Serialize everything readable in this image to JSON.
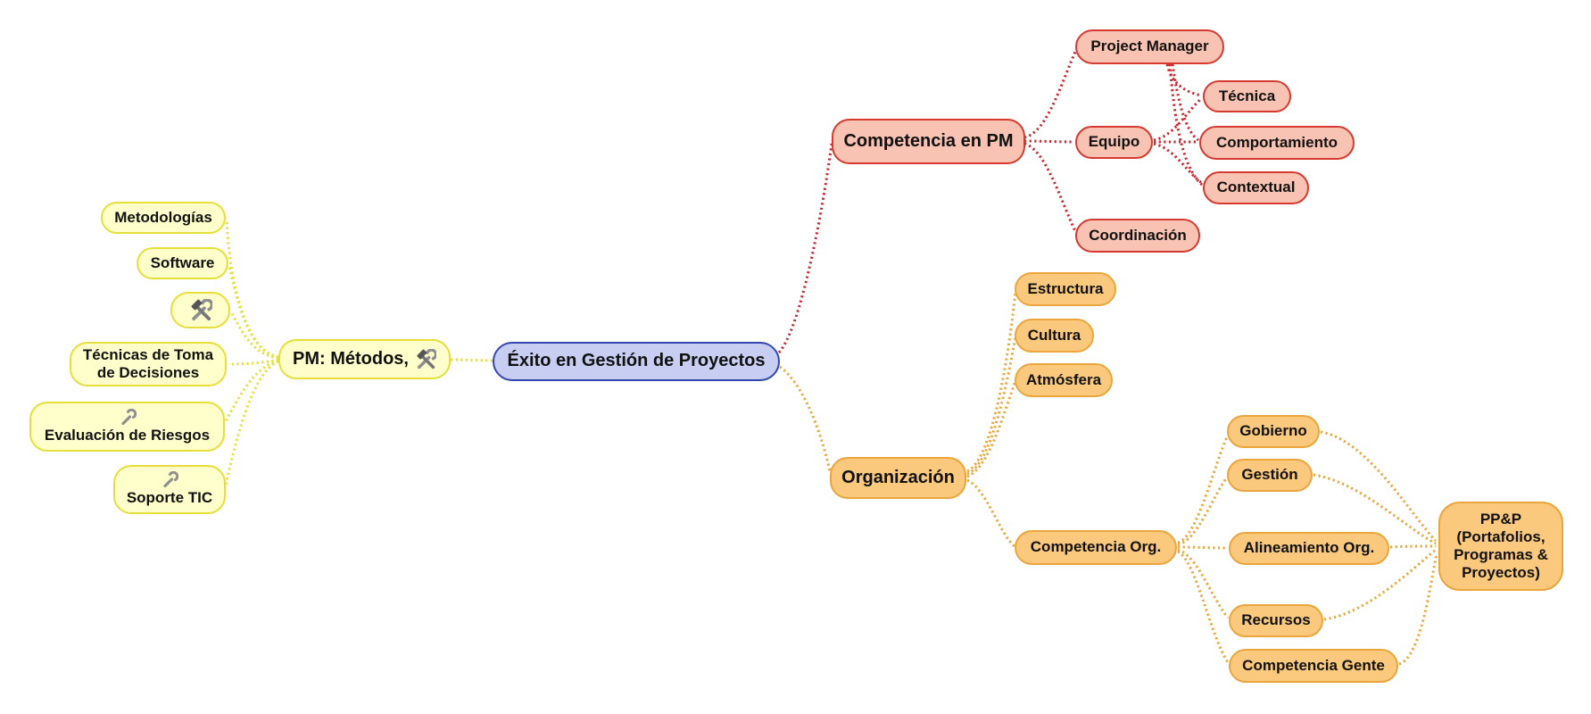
{
  "diagram": {
    "type": "mindmap",
    "language": "es"
  },
  "colors": {
    "background": "#ffffff",
    "center_fill": "#c7cef2",
    "center_border": "#3346af",
    "methods_fill": "#ffffcc",
    "methods_border": "#e7df39",
    "methods_line": "#e7df39",
    "competence_fill": "#f8c3b2",
    "competence_border": "#d6392f",
    "competence_line": "#c8282e",
    "organization_fill": "#fac97d",
    "organization_border": "#eaa63c",
    "organization_line": "#eaa63c",
    "text": "#111111",
    "icon_gray": "#8f8f8f"
  },
  "icons": {
    "hammer_wrench": "hammer-wrench-icon (⚒)",
    "wrench": "wrench-icon (🔧)"
  },
  "nodes": {
    "central": {
      "label": "Éxito en Gestión de Proyectos"
    },
    "pm_metodos": {
      "label": "PM: Métodos,",
      "icon": "hammer_wrench"
    },
    "metodologias": {
      "label": "Metodologías"
    },
    "software": {
      "label": "Software"
    },
    "herramientas": {
      "label": "",
      "icon": "hammer_wrench"
    },
    "tecnicas": {
      "lines": [
        "Técnicas de Toma",
        "de Decisiones"
      ]
    },
    "evaluacion": {
      "label": "Evaluación de Riesgos",
      "icon": "wrench"
    },
    "soporte": {
      "label": "Soporte TIC",
      "icon": "wrench"
    },
    "competencia_pm": {
      "label": "Competencia en PM"
    },
    "project_manager": {
      "label": "Project Manager"
    },
    "equipo": {
      "label": "Equipo"
    },
    "tecnica": {
      "label": "Técnica"
    },
    "comportamiento": {
      "label": "Comportamiento"
    },
    "contextual": {
      "label": "Contextual"
    },
    "coordinacion": {
      "label": "Coordinación"
    },
    "organizacion": {
      "label": "Organización"
    },
    "estructura": {
      "label": "Estructura"
    },
    "cultura": {
      "label": "Cultura"
    },
    "atmosfera": {
      "label": "Atmósfera"
    },
    "competencia_org": {
      "label": "Competencia Org."
    },
    "gobierno": {
      "label": "Gobierno"
    },
    "gestion": {
      "label": "Gestión"
    },
    "alineamiento": {
      "label": "Alineamiento Org."
    },
    "recursos": {
      "label": "Recursos"
    },
    "competencia_gente": {
      "lines": [
        "Competencia Gente"
      ],
      "label": "Competencia Gente"
    },
    "ppp": {
      "lines": [
        "PP&P",
        "(Portafolios,",
        "Programas &",
        "Proyectos)"
      ]
    }
  },
  "edges": [
    {
      "from": "central",
      "to": "pm_metodos",
      "group": "methods"
    },
    {
      "from": "pm_metodos",
      "to": "metodologias",
      "group": "methods"
    },
    {
      "from": "pm_metodos",
      "to": "software",
      "group": "methods"
    },
    {
      "from": "pm_metodos",
      "to": "herramientas",
      "group": "methods"
    },
    {
      "from": "pm_metodos",
      "to": "tecnicas",
      "group": "methods"
    },
    {
      "from": "pm_metodos",
      "to": "evaluacion",
      "group": "methods"
    },
    {
      "from": "pm_metodos",
      "to": "soporte",
      "group": "methods"
    },
    {
      "from": "central",
      "to": "competencia_pm",
      "group": "competence"
    },
    {
      "from": "competencia_pm",
      "to": "project_manager",
      "group": "competence"
    },
    {
      "from": "competencia_pm",
      "to": "equipo",
      "group": "competence"
    },
    {
      "from": "competencia_pm",
      "to": "coordinacion",
      "group": "competence"
    },
    {
      "from": "project_manager",
      "to": "tecnica",
      "group": "competence"
    },
    {
      "from": "project_manager",
      "to": "comportamiento",
      "group": "competence"
    },
    {
      "from": "project_manager",
      "to": "contextual",
      "group": "competence"
    },
    {
      "from": "equipo",
      "to": "tecnica",
      "group": "competence"
    },
    {
      "from": "equipo",
      "to": "comportamiento",
      "group": "competence"
    },
    {
      "from": "equipo",
      "to": "contextual",
      "group": "competence"
    },
    {
      "from": "central",
      "to": "organizacion",
      "group": "organization"
    },
    {
      "from": "organizacion",
      "to": "estructura",
      "group": "organization"
    },
    {
      "from": "organizacion",
      "to": "cultura",
      "group": "organization"
    },
    {
      "from": "organizacion",
      "to": "atmosfera",
      "group": "organization"
    },
    {
      "from": "organizacion",
      "to": "competencia_org",
      "group": "organization"
    },
    {
      "from": "competencia_org",
      "to": "gobierno",
      "group": "organization"
    },
    {
      "from": "competencia_org",
      "to": "gestion",
      "group": "organization"
    },
    {
      "from": "competencia_org",
      "to": "alineamiento",
      "group": "organization"
    },
    {
      "from": "competencia_org",
      "to": "recursos",
      "group": "organization"
    },
    {
      "from": "competencia_org",
      "to": "competencia_gente",
      "group": "organization"
    },
    {
      "from": "gobierno",
      "to": "ppp",
      "group": "organization"
    },
    {
      "from": "gestion",
      "to": "ppp",
      "group": "organization"
    },
    {
      "from": "alineamiento",
      "to": "ppp",
      "group": "organization"
    },
    {
      "from": "recursos",
      "to": "ppp",
      "group": "organization"
    },
    {
      "from": "competencia_gente",
      "to": "ppp",
      "group": "organization"
    }
  ]
}
